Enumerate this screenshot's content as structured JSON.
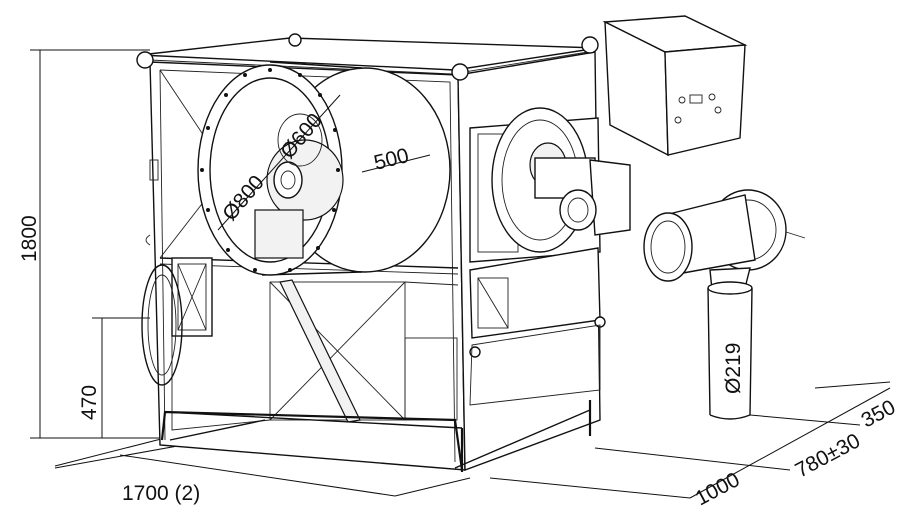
{
  "dimensions": {
    "height_total": "1800",
    "height_lower": "470",
    "width": "1700 (2)",
    "depth": "1000",
    "offset": "780±30",
    "offset2": "350",
    "fan_diameter": "Ø800",
    "inlet_diameter": "Ø600",
    "fan_length": "500",
    "chimney_diameter": "Ø219"
  }
}
